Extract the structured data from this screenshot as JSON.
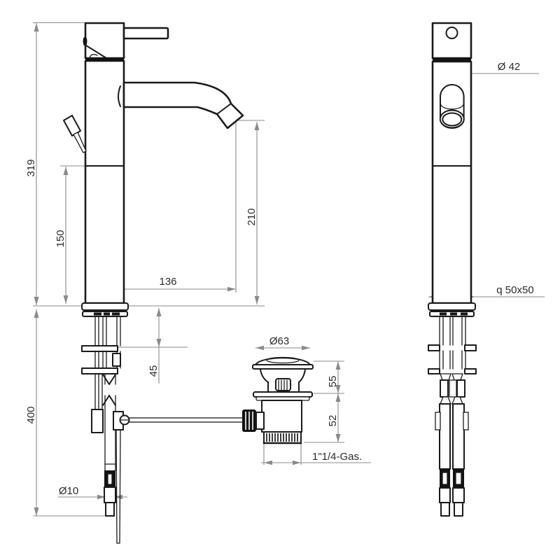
{
  "drawing_type": "faucet technical drawing, front and side orthographic views with pop-up drain detail",
  "style": {
    "outline_color": "#1a1a1a",
    "dimension_color": "#8a8a8a",
    "text_color": "#2b2b2b",
    "background": "#ffffff"
  },
  "front_view": {
    "total_height": "319",
    "body_height": "150",
    "spout_outlet_height": "210",
    "spout_reach": "136",
    "under_counter_length": "400",
    "shank_clearance": "45",
    "hose_diameter": "Ø10"
  },
  "drain_assembly": {
    "cap_diameter": "Ø63",
    "upper_height": "55",
    "body_height": "52",
    "thread_size": "1\"1/4-Gas."
  },
  "side_view": {
    "body_diameter": "Ø 42",
    "base_plate_size": "q 50x50"
  }
}
